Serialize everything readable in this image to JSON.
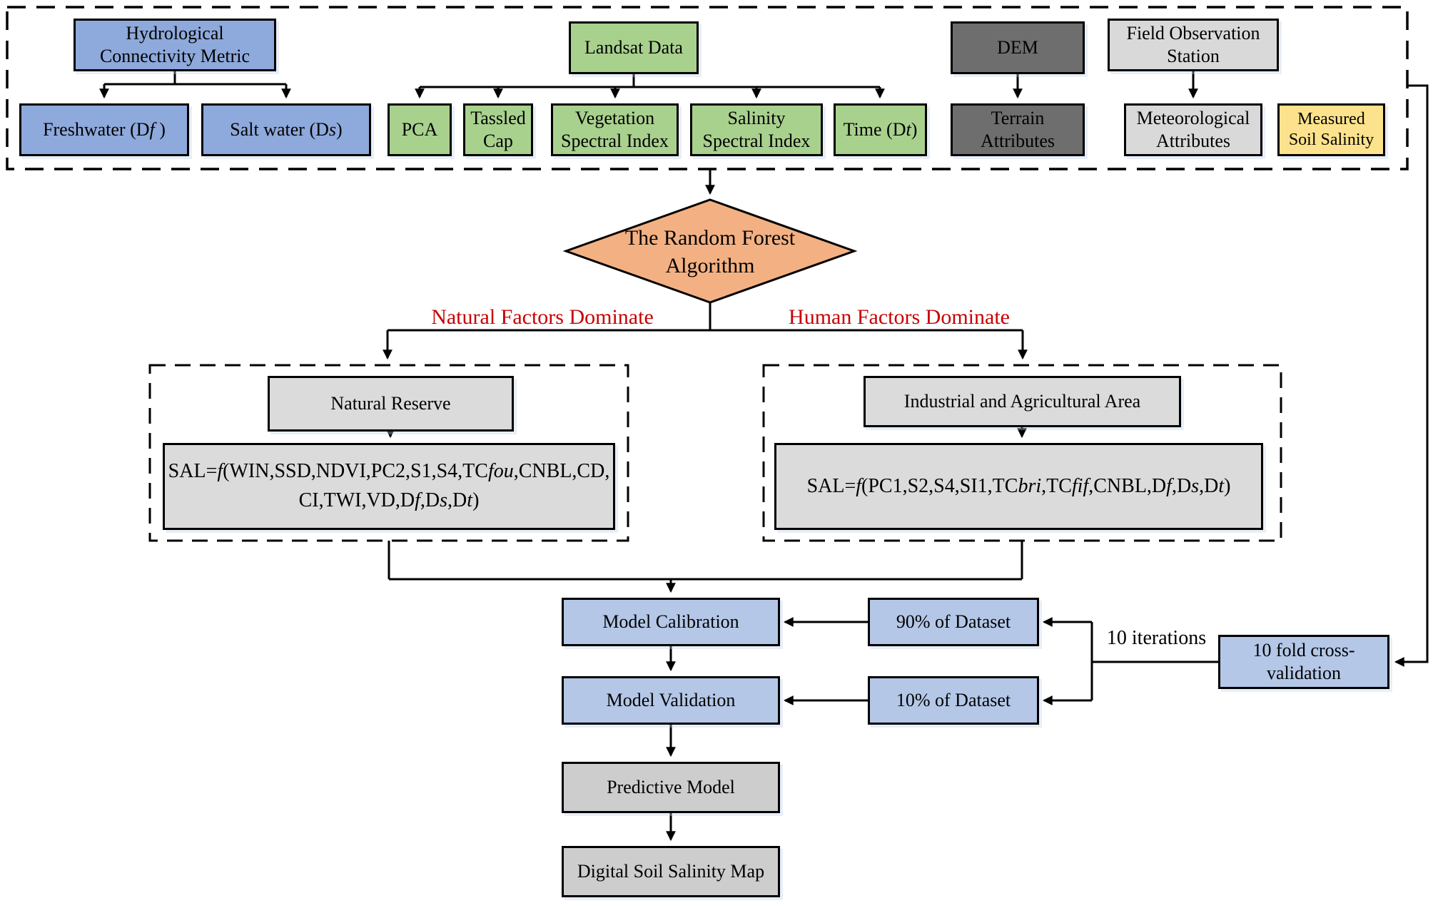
{
  "colors": {
    "blue": "#8EA9DB",
    "light_blue": "#B4C7E7",
    "green": "#A9D18E",
    "dark_gray": "#6E6E6E",
    "light_gray": "#D9D9D9",
    "yellow": "#FCE28C",
    "orange": "#F3B183",
    "formula_gray": "#DBDBDB",
    "model_gray": "#CDCDCD",
    "red_label": "#C80000",
    "line": "#000000"
  },
  "inputs": {
    "hydro": {
      "label": "Hydrological Connectivity Metric"
    },
    "freshwater": {
      "runs": [
        {
          "t": "Freshwater (D"
        },
        {
          "t": "f",
          "i": true
        },
        {
          "t": " )"
        }
      ]
    },
    "saltwater": {
      "runs": [
        {
          "t": "Salt water (D"
        },
        {
          "t": "s",
          "i": true
        },
        {
          "t": ")"
        }
      ]
    },
    "landsat": {
      "label": "Landsat Data"
    },
    "pca": {
      "label": "PCA"
    },
    "tassled_cap": {
      "label": "Tassled Cap"
    },
    "vegetation_index": {
      "label": "Vegetation Spectral Index"
    },
    "salinity_index": {
      "label": "Salinity Spectral Index"
    },
    "time": {
      "runs": [
        {
          "t": "Time (D"
        },
        {
          "t": "t",
          "i": true
        },
        {
          "t": ")"
        }
      ]
    },
    "dem": {
      "label": "DEM"
    },
    "terrain": {
      "label": "Terrain Attributes"
    },
    "field_station": {
      "label": "Field Observation Station"
    },
    "meteorological": {
      "label": "Meteorological Attributes"
    },
    "measured_salinity": {
      "label": "Measured Soil Salinity"
    }
  },
  "decision": {
    "label": "The Random Forest Algorithm"
  },
  "branches": {
    "natural": {
      "label": "Natural Factors Dominate"
    },
    "human": {
      "label": "Human Factors Dominate"
    }
  },
  "natural_branch": {
    "title": "Natural Reserve",
    "formula_runs": [
      {
        "t": "SAL="
      },
      {
        "t": "f",
        "i": true
      },
      {
        "t": "(WIN,SSD,NDVI,PC2,S1,S4,TC"
      },
      {
        "t": "fou",
        "i": true
      },
      {
        "t": ",CNBL,CD,"
      },
      {
        "br": true
      },
      {
        "t": "CI,TWI,VD,D"
      },
      {
        "t": "f",
        "i": true
      },
      {
        "t": ",D"
      },
      {
        "t": "s",
        "i": true
      },
      {
        "t": ",D"
      },
      {
        "t": "t",
        "i": true
      },
      {
        "t": ")"
      }
    ]
  },
  "human_branch": {
    "title": "Industrial and Agricultural Area",
    "formula_runs": [
      {
        "t": "SAL="
      },
      {
        "t": "f",
        "i": true
      },
      {
        "t": "(PC1,S2,S4,SI1,TC"
      },
      {
        "t": "bri",
        "i": true
      },
      {
        "t": ",TC"
      },
      {
        "t": "fif",
        "i": true
      },
      {
        "t": ",CNBL,D"
      },
      {
        "t": "f",
        "i": true
      },
      {
        "t": ",D"
      },
      {
        "t": "s",
        "i": true
      },
      {
        "t": ",D"
      },
      {
        "t": "t",
        "i": true
      },
      {
        "t": ")"
      }
    ]
  },
  "modeling": {
    "calibration": "Model Calibration",
    "dataset90": "90% of Dataset",
    "validation": "Model Validation",
    "dataset10": "10% of Dataset",
    "iterations": "10 iterations",
    "cross_validation": "10 fold cross-validation",
    "predictive": "Predictive Model",
    "map": "Digital Soil Salinity Map"
  }
}
